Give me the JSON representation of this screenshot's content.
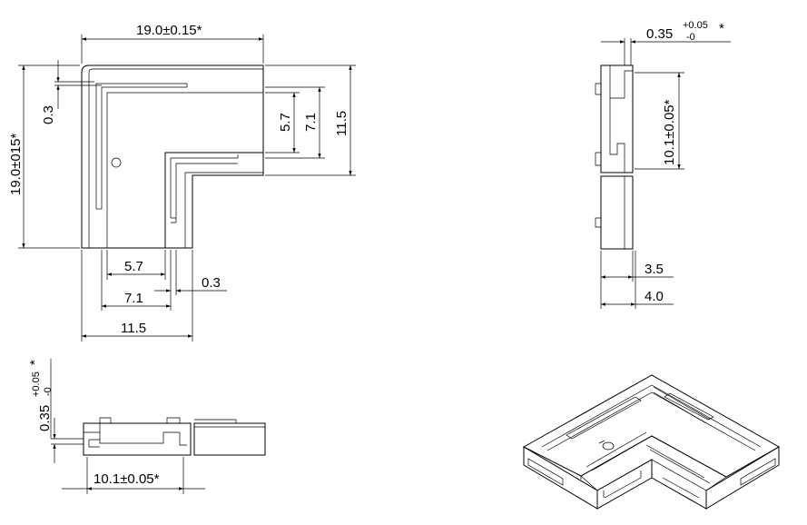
{
  "top_view": {
    "width": "19.0",
    "width_tol": "±0.15*",
    "height": "19.0±015*",
    "wall": "0.3",
    "inner_a": "5.7",
    "inner_b": "7.1",
    "arm": "11.5",
    "bottom_inner_a": "5.7",
    "bottom_wall": "0.3",
    "bottom_inner_b": "7.1",
    "bottom_arm": "11.5"
  },
  "side_view": {
    "thickness": "0.35",
    "thickness_tol_upper": "+0.05",
    "thickness_tol_lower": "-0",
    "star": "*",
    "height": "10.1",
    "height_tol": "±0.05*",
    "dim_a": "3.5",
    "dim_b": "4.0"
  },
  "front_view": {
    "thickness": "0.35",
    "thickness_tol_upper": "+0.05",
    "thickness_tol_lower": "-0",
    "star": "*",
    "width": "10.1",
    "width_tol": "±0.05*"
  },
  "iso_view": {
    "name": "isometric-view"
  }
}
